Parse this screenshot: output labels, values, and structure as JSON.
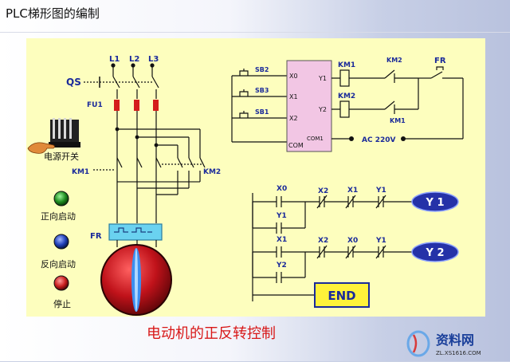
{
  "slide": {
    "title": "PLC梯形图的编制",
    "caption": "电动机的正反转控制"
  },
  "main_circuit": {
    "phases": [
      "L1",
      "L2",
      "L3"
    ],
    "switch_label": "QS",
    "fuse_label": "FU1",
    "power_switch_label": "电源开关",
    "km1_label": "KM1",
    "km2_label": "KM2",
    "relay_label": "FR"
  },
  "buttons": [
    {
      "label": "正向启动",
      "color": "#1f8b1f"
    },
    {
      "label": "反向启动",
      "color": "#1f3fb8"
    },
    {
      "label": "停止",
      "color": "#c81e1e"
    }
  ],
  "wiring": {
    "inputs": [
      {
        "button": "SB2",
        "terminal": "X0"
      },
      {
        "button": "SB3",
        "terminal": "X1"
      },
      {
        "button": "SB1",
        "terminal": "X2"
      }
    ],
    "com_left": "COM",
    "outputs": [
      "Y1",
      "Y2"
    ],
    "com_right": "COM1",
    "coils": [
      "KM1",
      "KM2"
    ],
    "interlocks": [
      "KM2",
      "KM1"
    ],
    "relay": "FR",
    "supply": "AC  220V"
  },
  "ladder": {
    "rung1": {
      "contact": "X0",
      "hold": "Y1",
      "series": [
        "X2",
        "X1",
        "Y1"
      ],
      "coil": "Y 1"
    },
    "rung2": {
      "contact": "X1",
      "hold": "Y2",
      "series": [
        "X2",
        "X0",
        "Y1"
      ],
      "coil": "Y 2"
    },
    "end": "END"
  },
  "colors": {
    "panel": "#fdfebe",
    "caption": "#d81818",
    "plc_box": "#f2c6e4",
    "coil_fill": "#2532a8",
    "motor": "#c0121a",
    "fuse": "#d41c1c",
    "relay": "#6ad2f0"
  },
  "watermark": {
    "brand": "资料网",
    "url": "ZL.XS1616.COM"
  }
}
